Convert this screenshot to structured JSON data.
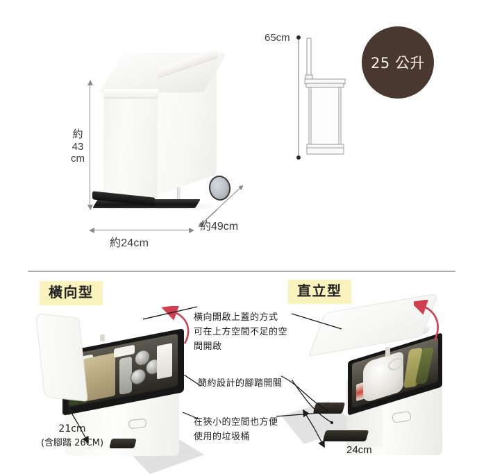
{
  "product": {
    "capacity_badge": "25 公升"
  },
  "top_section": {
    "photo_alt": "white pedal trash bin with lid and wheel",
    "dimensions": {
      "height_label": "約\n43\ncm",
      "width_label": "約24cm",
      "depth_label": "約49cm",
      "open_height_label": "65cm"
    }
  },
  "bottom_section": {
    "left": {
      "chip_label": "橫向型",
      "bin_alt": "bin with lid opened sideways full of bottles and cans",
      "depth_label": "21cm",
      "depth_sub_label": "(含腳踏 26CM)"
    },
    "right": {
      "chip_label": "直立型",
      "bin_alt": "bin with lid opened upright full of bottles and bags",
      "width_label": "24cm"
    },
    "annotations": {
      "lid": "橫向開啟上蓋的方式\n可在上方空間不足的空\n間開啟",
      "pedal": "簡約設計的腳踏開關",
      "compact": "在狹小的空間也方便\n使用的垃圾桶"
    }
  },
  "colors": {
    "badge_bg": "#483830",
    "badge_text": "#f5efe6",
    "chip_bg": "#faf2bd",
    "arrow_red": "#cf3f4f",
    "divider": "#9b9b9b",
    "dimension_line": "#8a8a8a",
    "text": "#1e1e1e"
  }
}
